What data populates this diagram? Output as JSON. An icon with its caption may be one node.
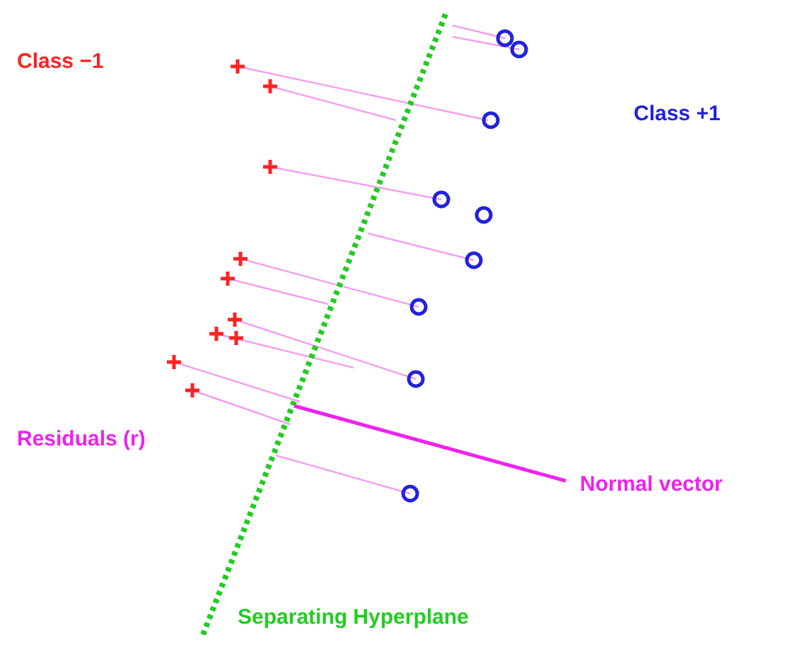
{
  "diagram": {
    "labels": [
      "Class −1",
      "Class +1",
      "Residuals (r)",
      "Normal vector",
      "Separating Hyperplane"
    ]
  }
}
